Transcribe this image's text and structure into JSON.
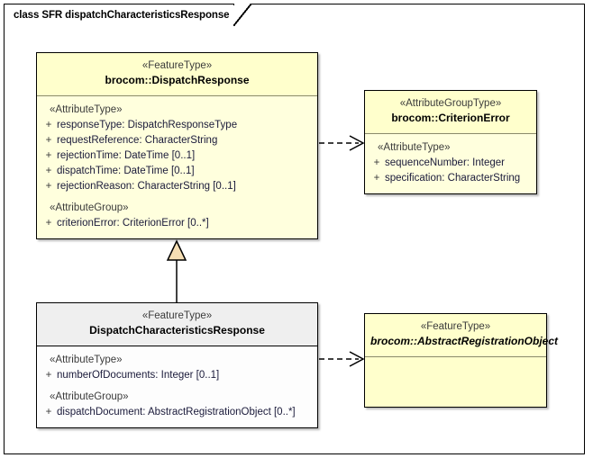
{
  "frame": {
    "tab_label": "class SFR dispatchCharacteristicsResponse"
  },
  "classes": {
    "dispatch_response": {
      "stereotype": "«FeatureType»",
      "name": "brocom::DispatchResponse",
      "groups": [
        {
          "label": "«AttributeType»",
          "attributes": [
            {
              "visibility": "+",
              "text": "responseType: DispatchResponseType"
            },
            {
              "visibility": "+",
              "text": "requestReference: CharacterString"
            },
            {
              "visibility": "+",
              "text": "rejectionTime: DateTime [0..1]"
            },
            {
              "visibility": "+",
              "text": "dispatchTime: DateTime [0..1]"
            },
            {
              "visibility": "+",
              "text": "rejectionReason: CharacterString [0..1]"
            }
          ]
        },
        {
          "label": "«AttributeGroup»",
          "attributes": [
            {
              "visibility": "+",
              "text": "criterionError: CriterionError [0..*]"
            }
          ]
        }
      ]
    },
    "criterion_error": {
      "stereotype": "«AttributeGroupType»",
      "name": "brocom::CriterionError",
      "groups": [
        {
          "label": "«AttributeType»",
          "attributes": [
            {
              "visibility": "+",
              "text": "sequenceNumber: Integer"
            },
            {
              "visibility": "+",
              "text": "specification: CharacterString"
            }
          ]
        }
      ]
    },
    "dispatch_characteristics_response": {
      "stereotype": "«FeatureType»",
      "name": "DispatchCharacteristicsResponse",
      "groups": [
        {
          "label": "«AttributeType»",
          "attributes": [
            {
              "visibility": "+",
              "text": "numberOfDocuments: Integer [0..1]"
            }
          ]
        },
        {
          "label": "«AttributeGroup»",
          "attributes": [
            {
              "visibility": "+",
              "text": "dispatchDocument: AbstractRegistrationObject [0..*]"
            }
          ]
        }
      ]
    },
    "abstract_registration_object": {
      "stereotype": "«FeatureType»",
      "name": "brocom::AbstractRegistrationObject",
      "groups": []
    }
  },
  "connectors": [
    {
      "name": "generalization",
      "from": "dispatch_characteristics_response",
      "to": "dispatch_response",
      "style": "solid-hollow-triangle"
    },
    {
      "name": "dependency-criterion-error",
      "from": "dispatch_response",
      "to": "criterion_error",
      "style": "dashed-open-arrow"
    },
    {
      "name": "dependency-abstract-registration-object",
      "from": "dispatch_characteristics_response",
      "to": "abstract_registration_object",
      "style": "dashed-open-arrow"
    }
  ],
  "colors": {
    "class_fill": "#FFFFCC",
    "class_body_fill": "#FFFFDD",
    "selected_header_fill": "#EFEFEF",
    "border": "#000000",
    "generalization_arrow_fill": "#F5DEB3",
    "attribute_text": "#1A1A3A",
    "stereotype_text": "#3B3B3B"
  }
}
